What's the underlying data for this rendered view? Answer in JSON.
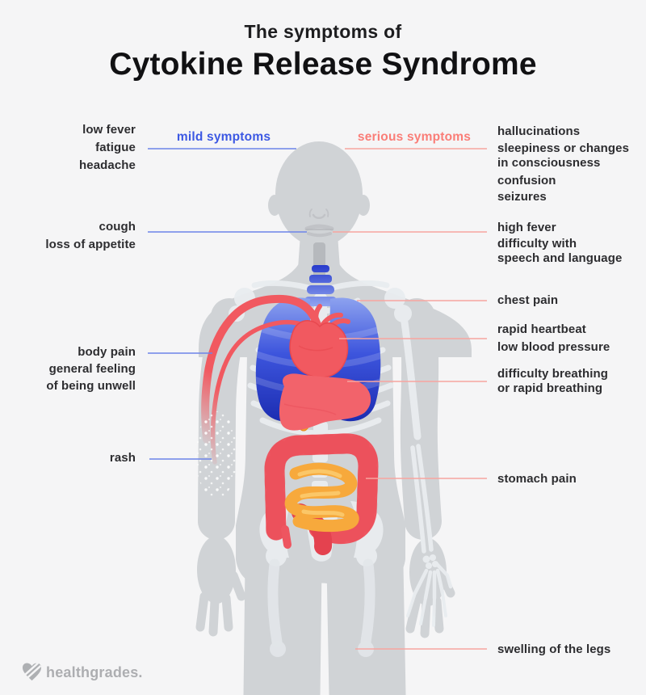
{
  "title": {
    "eyebrow": "The symptoms of",
    "main": "Cytokine Release Syndrome"
  },
  "legend": {
    "mild": "mild symptoms",
    "serious": "serious symptoms"
  },
  "labels": {
    "mild": [
      {
        "lines": [
          "low fever",
          "fatigue",
          "headache"
        ]
      },
      {
        "lines": [
          "cough",
          "loss of appetite"
        ]
      },
      {
        "lines": [
          "body pain",
          "general feeling",
          "of being unwell"
        ]
      },
      {
        "lines": [
          "rash"
        ]
      }
    ],
    "serious": [
      {
        "lines": [
          "hallucinations"
        ]
      },
      {
        "lines": [
          "sleepiness or changes",
          "in consciousness"
        ]
      },
      {
        "lines": [
          "confusion"
        ]
      },
      {
        "lines": [
          "seizures"
        ]
      },
      {
        "lines": [
          "high fever"
        ]
      },
      {
        "lines": [
          "difficulty with",
          "speech and language"
        ]
      },
      {
        "lines": [
          "chest pain"
        ]
      },
      {
        "lines": [
          "rapid heartbeat"
        ]
      },
      {
        "lines": [
          "low blood pressure"
        ]
      },
      {
        "lines": [
          "difficulty breathing",
          "or rapid breathing"
        ]
      },
      {
        "lines": [
          "stomach pain"
        ]
      },
      {
        "lines": [
          "swelling of the legs"
        ]
      }
    ]
  },
  "colors": {
    "background": "#f5f5f6",
    "mild_accent": "#3c58e3",
    "mild_line": "#6d84e9",
    "serious_accent": "#fa7d77",
    "serious_line": "#f7a59f",
    "silhouette": "#d0d3d6",
    "skeleton": "#e9edf0",
    "lung_blue": "#2236c2",
    "organ_red": "#f15960",
    "intestine_orange": "#f7a93c"
  },
  "footer": {
    "brand": "healthgrades."
  }
}
